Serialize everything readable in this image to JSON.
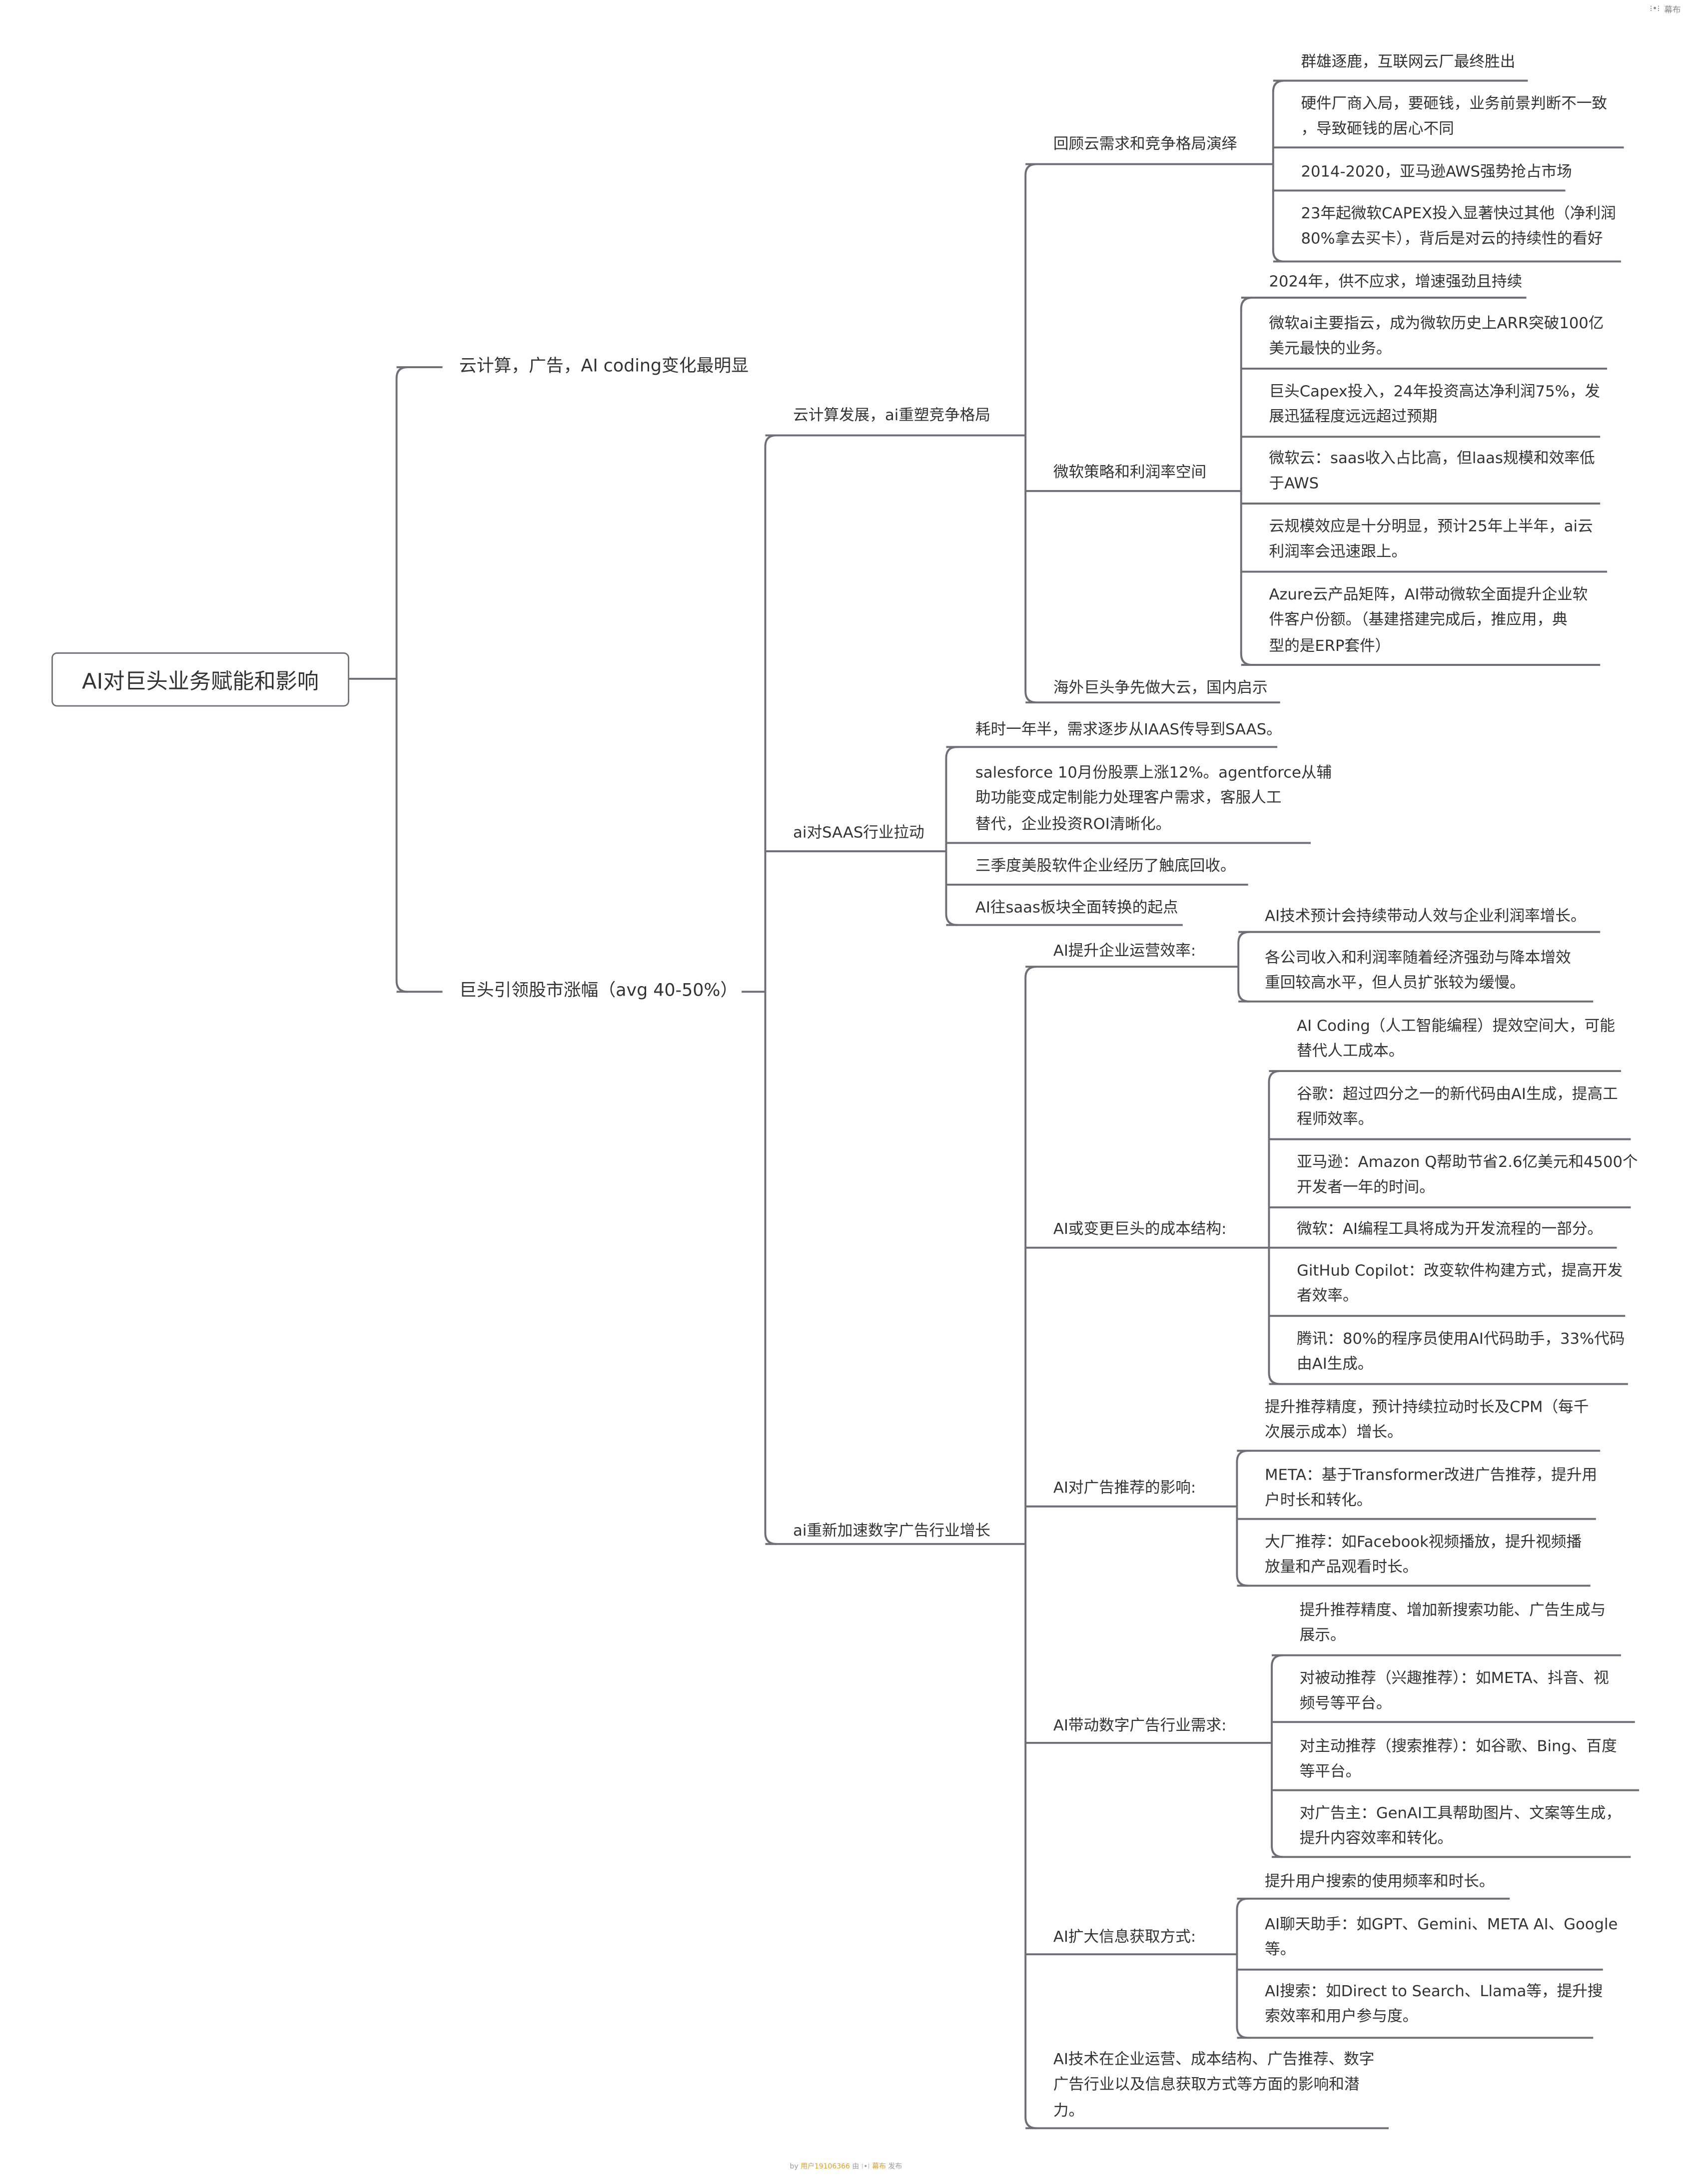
{
  "header": {
    "brand_label": "幕布"
  },
  "mindmap": {
    "root": "AI对巨头业务赋能和影响",
    "nodes": [
      {
        "lines": [
          "云计算，广告，AI coding变化最明显"
        ]
      },
      {
        "lines": [
          "巨头引领股市涨幅（avg 40-50%）"
        ]
      },
      {
        "lines": [
          "云计算发展，ai重塑竞争格局"
        ]
      },
      {
        "lines": [
          "回顾云需求和竞争格局演绎"
        ]
      },
      {
        "lines": [
          "群雄逐鹿，互联网云厂最终胜出"
        ]
      },
      {
        "lines": [
          "硬件厂商入局，要砸钱，业务前景判断不一致",
          "，导致砸钱的居心不同"
        ]
      },
      {
        "lines": [
          "2014-2020，亚马逊AWS强势抢占市场"
        ]
      },
      {
        "lines": [
          "23年起微软CAPEX投入显著快过其他（净利润",
          "80%拿去买卡），背后是对云的持续性的看好"
        ]
      },
      {
        "lines": [
          "微软策略和利润率空间"
        ]
      },
      {
        "lines": [
          "2024年，供不应求，增速强劲且持续"
        ]
      },
      {
        "lines": [
          "微软ai主要指云，成为微软历史上ARR突破100亿",
          "美元最快的业务。"
        ]
      },
      {
        "lines": [
          "巨头Capex投入，24年投资高达净利润75%，发",
          "展迅猛程度远远超过预期"
        ]
      },
      {
        "lines": [
          "微软云：saas收入占比高，但laas规模和效率低",
          "于AWS"
        ]
      },
      {
        "lines": [
          "云规模效应是十分明显，预计25年上半年，ai云",
          "利润率会迅速跟上。"
        ]
      },
      {
        "lines": [
          "Azure云产品矩阵，AI带动微软全面提升企业软",
          "件客户份额。（基建搭建完成后，推应用，典",
          "型的是ERP套件）"
        ]
      },
      {
        "lines": [
          "海外巨头争先做大云，国内启示"
        ]
      },
      {
        "lines": [
          "ai对SAAS行业拉动"
        ]
      },
      {
        "lines": [
          "耗时一年半，需求逐步从IAAS传导到SAAS。"
        ]
      },
      {
        "lines": [
          "salesforce 10月份股票上涨12%。agentforce从辅",
          "助功能变成定制能力处理客户需求，客服人工",
          "替代，企业投资ROI清晰化。"
        ]
      },
      {
        "lines": [
          "三季度美股软件企业经历了触底回收。"
        ]
      },
      {
        "lines": [
          "AI往saas板块全面转换的起点"
        ]
      },
      {
        "lines": [
          "ai重新加速数字广告行业增长"
        ]
      },
      {
        "lines": [
          "AI提升企业运营效率:"
        ]
      },
      {
        "lines": [
          "AI技术预计会持续带动人效与企业利润率增长。"
        ]
      },
      {
        "lines": [
          "各公司收入和利润率随着经济强劲与降本增效",
          "重回较高水平，但人员扩张较为缓慢。"
        ]
      },
      {
        "lines": [
          "AI或变更巨头的成本结构:"
        ]
      },
      {
        "lines": [
          "AI Coding（人工智能编程）提效空间大，可能",
          "替代人工成本。"
        ]
      },
      {
        "lines": [
          "谷歌：超过四分之一的新代码由AI生成，提高工",
          "程师效率。"
        ]
      },
      {
        "lines": [
          "亚马逊：Amazon Q帮助节省2.6亿美元和4500个",
          "开发者一年的时间。"
        ]
      },
      {
        "lines": [
          "微软：AI编程工具将成为开发流程的一部分。"
        ]
      },
      {
        "lines": [
          "GitHub Copilot：改变软件构建方式，提高开发",
          "者效率。"
        ]
      },
      {
        "lines": [
          "腾讯：80%的程序员使用AI代码助手，33%代码",
          "由AI生成。"
        ]
      },
      {
        "lines": [
          "AI对广告推荐的影响:"
        ]
      },
      {
        "lines": [
          "提升推荐精度，预计持续拉动时长及CPM（每千",
          "次展示成本）增长。"
        ]
      },
      {
        "lines": [
          "META：基于Transformer改进广告推荐，提升用",
          "户时长和转化。"
        ]
      },
      {
        "lines": [
          "大厂推荐：如Facebook视频播放，提升视频播",
          "放量和产品观看时长。"
        ]
      },
      {
        "lines": [
          "AI带动数字广告行业需求:"
        ]
      },
      {
        "lines": [
          "提升推荐精度、增加新搜索功能、广告生成与",
          "展示。"
        ]
      },
      {
        "lines": [
          "对被动推荐（兴趣推荐）：如META、抖音、视",
          "频号等平台。"
        ]
      },
      {
        "lines": [
          "对主动推荐（搜索推荐）：如谷歌、Bing、百度",
          "等平台。"
        ]
      },
      {
        "lines": [
          "对广告主：GenAI工具帮助图片、文案等生成，",
          "提升内容效率和转化。"
        ]
      },
      {
        "lines": [
          "AI扩大信息获取方式:"
        ]
      },
      {
        "lines": [
          "提升用户搜索的使用频率和时长。"
        ]
      },
      {
        "lines": [
          "AI聊天助手：如GPT、Gemini、META AI、Google",
          "等。"
        ]
      },
      {
        "lines": [
          "AI搜索：如Direct to Search、Llama等，提升搜",
          "索效率和用户参与度。"
        ]
      },
      {
        "lines": [
          "AI技术在企业运营、成本结构、广告推荐、数字",
          "广告行业以及信息获取方式等方面的影响和潜",
          "力。"
        ]
      }
    ]
  },
  "footer": {
    "by": "by",
    "user": "用户19106366",
    "via": "由",
    "brand": "幕布",
    "publish": "发布"
  },
  "colors": {
    "line": "#6e6e78",
    "text": "#333333",
    "footer_highlight": "#e0a020"
  }
}
